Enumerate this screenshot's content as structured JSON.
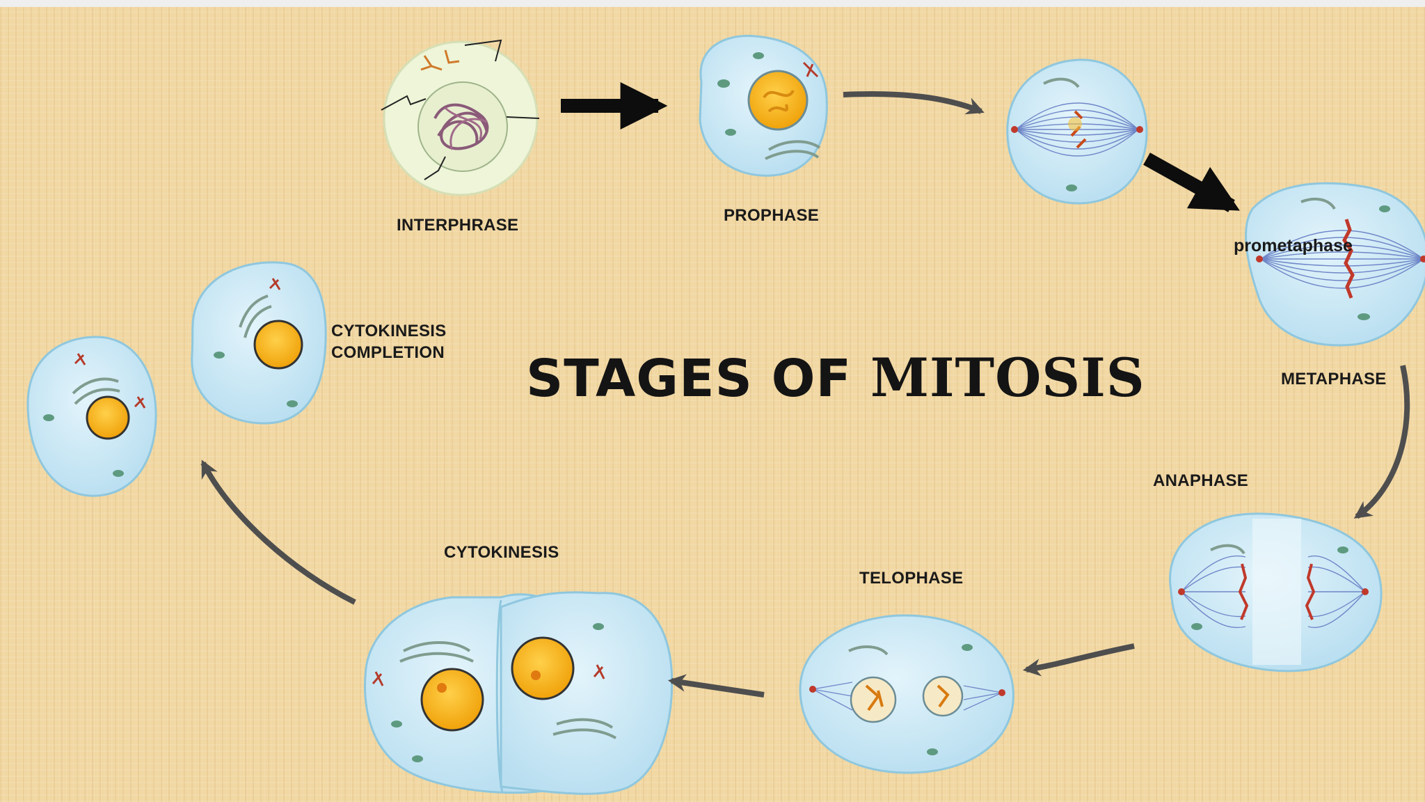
{
  "title": {
    "part1": "STAGES OF",
    "part2": "MITOSIS"
  },
  "stages": {
    "interphase": "INTERPHRASE",
    "prophase": "PROPHASE",
    "prometaphase": "prometaphase",
    "metaphase": "METAPHASE",
    "anaphase": "ANAPHASE",
    "telophase": "TELOPHASE",
    "cytokinesis": "CYTOKINESIS",
    "cytokinesis_completion": "CYTOKINESIS\nCOMPLETION"
  },
  "colors": {
    "background": "#f1d7a2",
    "cell_fill": "#c9e9f5",
    "cell_outline": "#8fc7de",
    "nucleus": "#f5b415",
    "arrow_black": "#0d0d0d",
    "arrow_grey": "#4e4e4e"
  }
}
